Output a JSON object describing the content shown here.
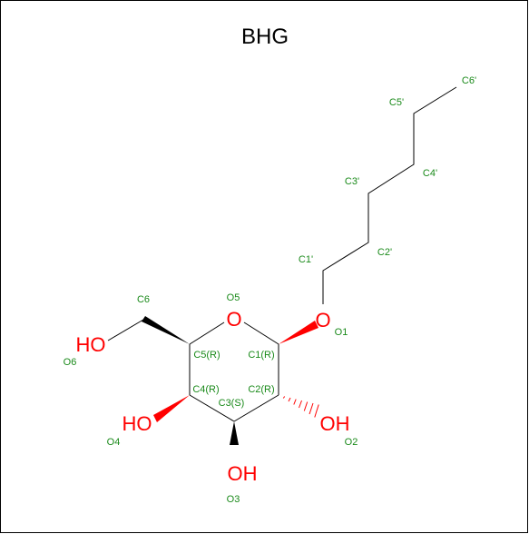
{
  "title": "BHG",
  "colors": {
    "carbon_label": "#1a8a1a",
    "oxygen": "#ff0000",
    "bond": "#000000"
  },
  "atom_labels": {
    "C1p": "C1'",
    "C2p": "C2'",
    "C3p": "C3'",
    "C4p": "C4'",
    "C5p": "C5'",
    "C6p": "C6'",
    "O1": "O1",
    "O2": "O2",
    "O3": "O3",
    "O4": "O4",
    "O5": "O5",
    "O6": "O6",
    "C1": "C1(R)",
    "C2": "C2(R)",
    "C3": "C3(S)",
    "C4": "C4(R)",
    "C5": "C5(R)",
    "C6": "C6"
  },
  "heteroatoms": {
    "O1": "O",
    "O5": "O",
    "O2": "OH",
    "O3": "OH",
    "O4": "HO",
    "O6": "HO"
  }
}
